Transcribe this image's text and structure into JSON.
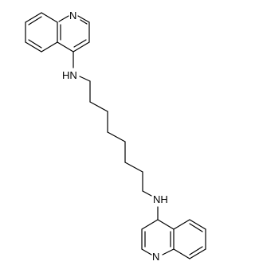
{
  "molecule": {
    "atom_labels": {
      "top_ring_nitrogen": "N",
      "top_amine": "HN",
      "bottom_amine": "NH",
      "bottom_ring_nitrogen": "N"
    },
    "colors": {
      "bond": "#000000",
      "label": "#000000",
      "background": "#ffffff"
    }
  }
}
